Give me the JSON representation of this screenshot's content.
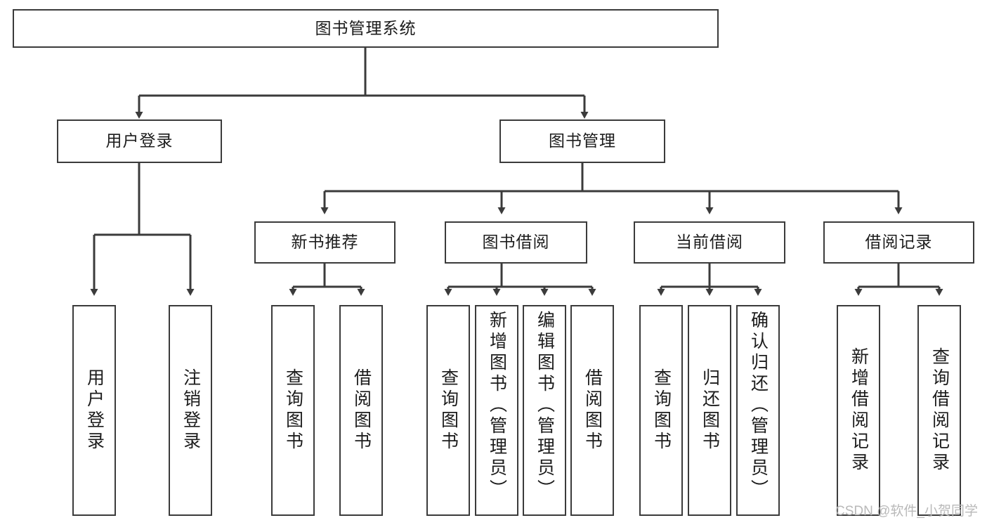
{
  "diagram": {
    "type": "tree-hierarchy-chart",
    "title": "图书管理系统",
    "stroke_color": "#3b3b3b",
    "fill_color": "#ffffff",
    "text_color": "#1c1c1c",
    "root": {
      "id": "root",
      "label": "图书管理系统"
    },
    "level1": [
      {
        "id": "user-login",
        "label": "用户登录"
      },
      {
        "id": "book-manage",
        "label": "图书管理"
      }
    ],
    "level2": [
      {
        "id": "new-book-rec",
        "label": "新书推荐",
        "parent": "book-manage"
      },
      {
        "id": "book-borrow",
        "label": "图书借阅",
        "parent": "book-manage"
      },
      {
        "id": "current-borrow",
        "label": "当前借阅",
        "parent": "book-manage"
      },
      {
        "id": "borrow-record",
        "label": "借阅记录",
        "parent": "book-manage"
      }
    ],
    "leaves": {
      "user-login": [
        {
          "id": "leaf-user-login",
          "label": "用户登录"
        },
        {
          "id": "leaf-logout",
          "label": "注销登录"
        }
      ],
      "new-book-rec": [
        {
          "id": "leaf-query-book-1",
          "label": "查询图书"
        },
        {
          "id": "leaf-borrow-book-1",
          "label": "借阅图书"
        }
      ],
      "book-borrow": [
        {
          "id": "leaf-query-book-2",
          "label": "查询图书"
        },
        {
          "id": "leaf-add-book",
          "label": "新增图书（管理员）"
        },
        {
          "id": "leaf-edit-book",
          "label": "编辑图书（管理员）"
        },
        {
          "id": "leaf-borrow-book-2",
          "label": "借阅图书"
        }
      ],
      "current-borrow": [
        {
          "id": "leaf-query-book-3",
          "label": "查询图书"
        },
        {
          "id": "leaf-return-book",
          "label": "归还图书"
        },
        {
          "id": "leaf-confirm-return",
          "label": "确认归还（管理员）"
        }
      ],
      "borrow-record": [
        {
          "id": "leaf-add-record",
          "label": "新增借阅记录"
        },
        {
          "id": "leaf-query-record",
          "label": "查询借阅记录"
        }
      ]
    }
  },
  "watermark": {
    "text": "CSDN @软件_小贺同学"
  }
}
